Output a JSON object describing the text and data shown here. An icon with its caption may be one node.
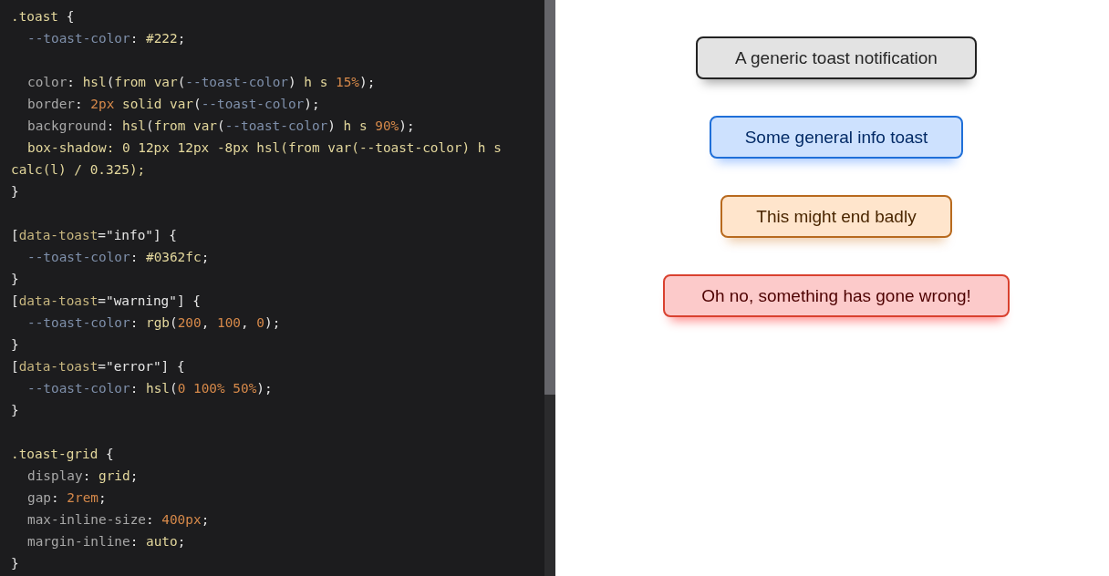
{
  "diagram": {
    "nodes": [
      {
        "text": [
          "A generic toast notification"
        ]
      },
      {
        "text": [
          "Some general info toast"
        ]
      },
      {
        "text": [
          "This might end badly"
        ]
      },
      {
        "text": [
          "Oh no, something has gone wrong!"
        ]
      }
    ],
    "labels": [
      ".toast {",
      "--toast-color: #222;",
      "color: hsl(from var(--toast-color) h s 15%);",
      "border: 2px solid var(--toast-color);",
      "background: hsl(from var(--toast-color) h s 90%);",
      "box-shadow: 0 12px 12px -8px hsl(from var(--toast-color) h s calc(l) / 0.325);",
      "}",
      "[data-toast=\"info\"] {",
      "--toast-color: #0362fc;",
      "}",
      "[data-toast=\"warning\"] {",
      "--toast-color: rgb(200, 100, 0);",
      "}",
      "[data-toast=\"error\"] {",
      "--toast-color: hsl(0 100% 50%);",
      "}",
      ".toast-grid {",
      "display: grid;",
      "gap: 2rem;",
      "max-inline-size: 400px;",
      "margin-inline: auto;",
      "}"
    ]
  }
}
